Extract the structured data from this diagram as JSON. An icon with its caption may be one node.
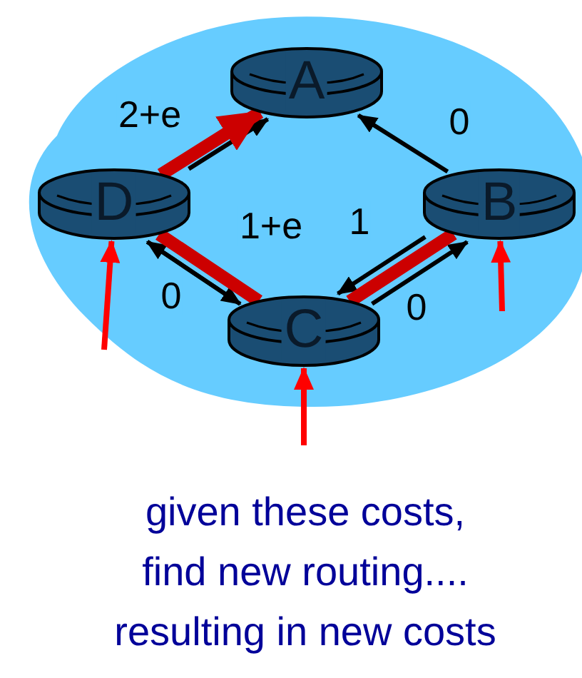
{
  "diagram": {
    "caption": "given these costs, find new routing.... resulting in new costs",
    "nodes": [
      {
        "text": [],
        "shape": "cloud"
      },
      {
        "text": [
          "A"
        ],
        "in": 0
      },
      {
        "text": [
          "D"
        ],
        "in": 0
      },
      {
        "text": [
          "B"
        ],
        "in": 0
      },
      {
        "text": [
          "C"
        ],
        "in": 0
      }
    ],
    "edges": [
      {
        "from": 2,
        "to": 1,
        "arrow": "to",
        "label": "2+e"
      },
      {
        "from": 3,
        "to": 1,
        "arrow": "to",
        "label": "0"
      },
      {
        "from": 4,
        "to": 2,
        "arrow": "to",
        "label": "1+e"
      },
      {
        "from": 3,
        "to": 4,
        "arrow": "to",
        "label": "1"
      },
      {
        "from": 2,
        "to": 4,
        "arrow": "to",
        "label": "0"
      },
      {
        "from": 4,
        "to": 3,
        "arrow": "to",
        "label": "0"
      },
      {
        "from": 3,
        "to": 4,
        "arrow": "none",
        "style": "thick",
        "color": "#cc0000"
      },
      {
        "from": 4,
        "to": 2,
        "arrow": "none",
        "style": "thick",
        "color": "#cc0000"
      },
      {
        "from": 2,
        "to": 1,
        "arrow": "to",
        "style": "thick",
        "color": "#cc0000"
      },
      {
        "from": null,
        "to": 2,
        "arrow": "to",
        "color": "#ff0000"
      },
      {
        "from": null,
        "to": 3,
        "arrow": "to",
        "color": "#ff0000"
      },
      {
        "from": null,
        "to": 4,
        "arrow": "to",
        "color": "#ff0000"
      }
    ]
  }
}
